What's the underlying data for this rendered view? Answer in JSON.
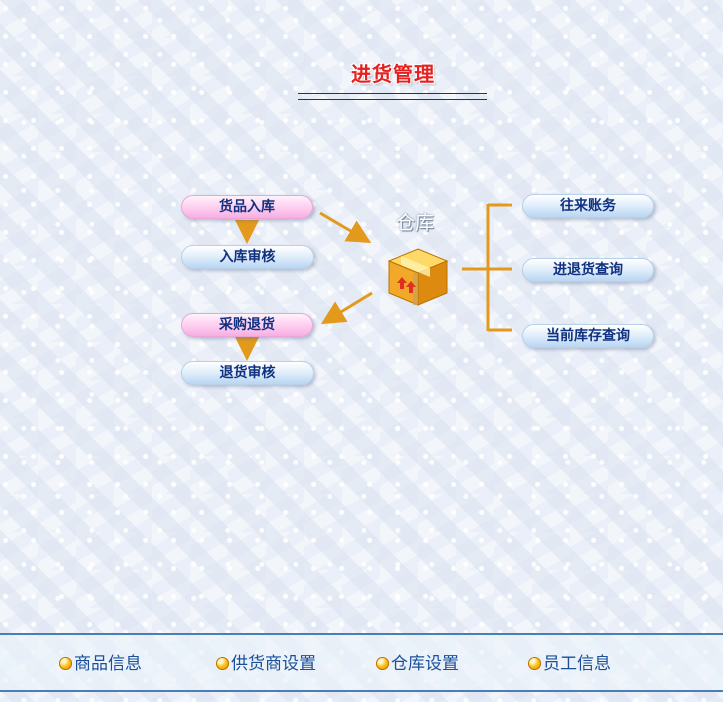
{
  "header": {
    "title": "进货管理"
  },
  "left_flow": {
    "goods_in": "货品入库",
    "in_review": "入库审核",
    "purchase_return": "采购退货",
    "return_review": "退货审核"
  },
  "center": {
    "warehouse_label": "仓库",
    "icon": "package-box-icon"
  },
  "right_menu": {
    "accounts": "往来账务",
    "in_out_query": "进退货查询",
    "stock_query": "当前库存查询"
  },
  "footer": {
    "items": [
      {
        "label": "商品信息"
      },
      {
        "label": "供货商设置"
      },
      {
        "label": "仓库设置"
      },
      {
        "label": "员工信息"
      }
    ]
  },
  "colors": {
    "title_red": "#e52020",
    "arrow_orange": "#e39a1c",
    "pill_pink": "#f7aee2",
    "pill_blue": "#b9d6f2",
    "footer_border": "#4a7fb6",
    "footer_text": "#1a4f9a"
  }
}
